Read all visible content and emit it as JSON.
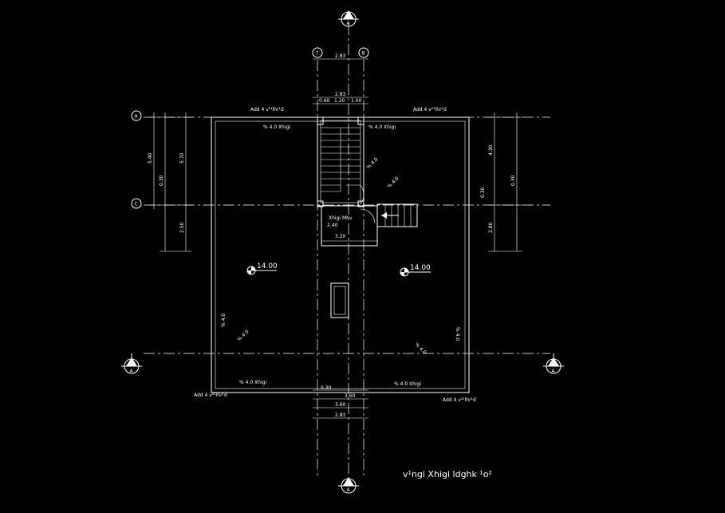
{
  "drawing": {
    "title": "v¹ngi Xhigi ldghk ¹o²",
    "grid_labels": {
      "col_left": "7",
      "col_right": "8",
      "row_top": "A",
      "row_bottom": "C"
    },
    "section_markers": {
      "top": "A",
      "bottom": "A",
      "left": "A",
      "right": "A"
    },
    "levels": {
      "left": "14.00",
      "right": "14.00"
    },
    "dimensions": {
      "top_overall": "2.83",
      "top_sub": "2.83",
      "top_seg_a": "0.60",
      "top_seg_b": "1.20",
      "top_seg_c": "1.00",
      "left_upper": "5.40",
      "left_total": "5.70",
      "left_mid": "0.30",
      "left_lower": "2.50",
      "right_upper": "4.30",
      "right_total": "0.30",
      "right_mid": "0.30",
      "right_lower": "2.80",
      "stair_w": "2.40",
      "stair_inner": "3.20",
      "bottom_a": "0.30",
      "bottom_b": "3.60",
      "bottom_c": "2.83"
    },
    "notes": {
      "roof_edge_top_left": "Add  4  v²¹lhr¹d",
      "roof_edge_top_right": "Add  4  v²¹lhr¹d",
      "roof_edge_bottom_left": "Add  4  v²¹lhr¹d",
      "roof_edge_bottom_right": "Add  4  v²¹lhr¹d",
      "slope_top_left": "% 4.0 Xhigi",
      "slope_top_right": "% 4.0 Xhigi",
      "slope_bottom_left": "% 4.0 Xhigi",
      "slope_bottom_right": "% 4.0 Xhigi",
      "stair_label": "Xhigi Mhv",
      "slope_diag": "% 4.0"
    }
  }
}
